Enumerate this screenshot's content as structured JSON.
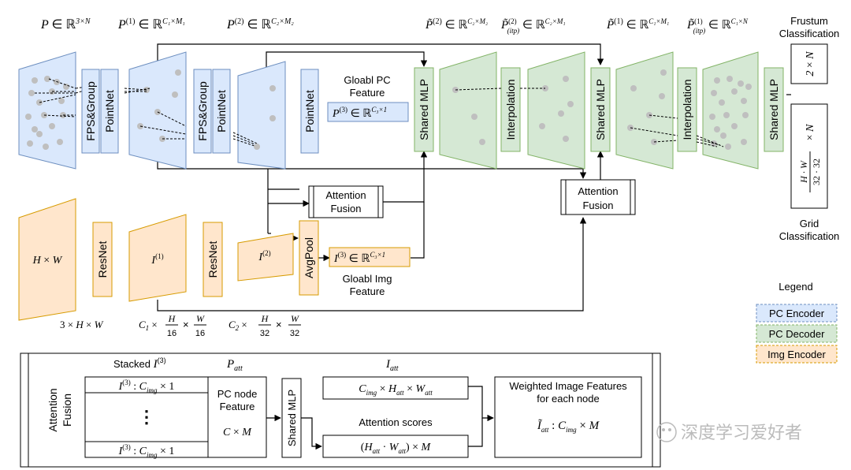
{
  "math_labels": {
    "p_in": "P ∈ ℝ^{3×N}",
    "p1": "P^{(1)} ∈ ℝ^{C1×M1}",
    "p2": "P^{(2)} ∈ ℝ^{C2×M2}",
    "pt2": "P̃^{(2)} ∈ ℝ^{C2×M2}",
    "pt2itp": "P̃^{(2)}_{(itp)} ∈ ℝ^{C2×M1}",
    "pt1": "P̃^{(1)} ∈ ℝ^{C1×M1}",
    "pt1itp": "P̃^{(1)}_{(itp)} ∈ ℝ^{C1×N}",
    "p3": "P^{(3)} ∈ ℝ^{C3×1}",
    "i3": "I^{(3)} ∈ ℝ^{C3×1}",
    "img_hw": "H × W",
    "img_i1": "I^{(1)}",
    "img_i2": "I^{(2)}",
    "dim0": "3 × H × W",
    "dim1": "C1 × H/16 × W/16",
    "dim2": "C2 × H/32 × W/32",
    "frustum_out": "2 × N",
    "grid_out": "H·W/(32·32) × N"
  },
  "blocks": {
    "fps_group": "FPS&Group",
    "pointnet": "PointNet",
    "shared_mlp": "Shared MLP",
    "interpolation": "Interpolation",
    "resnet": "ResNet",
    "avgpool": "AvgPool",
    "attention_fusion_line1": "Attention",
    "attention_fusion_line2": "Fusion"
  },
  "captions": {
    "global_pc_line1": "Gloabl PC",
    "global_pc_line2": "Feature",
    "global_img_line1": "Gloabl Img",
    "global_img_line2": "Feature",
    "frustum_line1": "Frustum",
    "frustum_line2": "Classification",
    "grid_line1": "Grid",
    "grid_line2": "Classification"
  },
  "legend": {
    "title": "Legend",
    "items": [
      {
        "label": "PC Encoder",
        "fill": "#dae8fc",
        "stroke": "#6c8ebf"
      },
      {
        "label": "PC Decoder",
        "fill": "#d5e8d4",
        "stroke": "#82b366"
      },
      {
        "label": "Img Encoder",
        "fill": "#ffe6cc",
        "stroke": "#d79b00"
      }
    ]
  },
  "attention_detail": {
    "side_title_line1": "Attention",
    "side_title_line2": "Fusion",
    "stacked_label": "Stacked I^{(3)}",
    "p_att": "P_att",
    "i_att": "I_att",
    "stack_row": "I^{(3)} : C_img × 1",
    "ellipsis": "⋮",
    "pc_node_line1": "PC node",
    "pc_node_line2": "Feature",
    "pc_node_dim": "C × M",
    "shared_mlp": "Shared MLP",
    "img_feat_dim": "C_img × H_att × W_att",
    "attention_scores": "Attention scores",
    "scores_dim": "(H_att · W_att) × M",
    "weighted_line1": "Weighted Image Features",
    "weighted_line2": "for each node",
    "weighted_dim": "Ĩ_att : C_img × M"
  },
  "watermark": "深度学习爱好者"
}
